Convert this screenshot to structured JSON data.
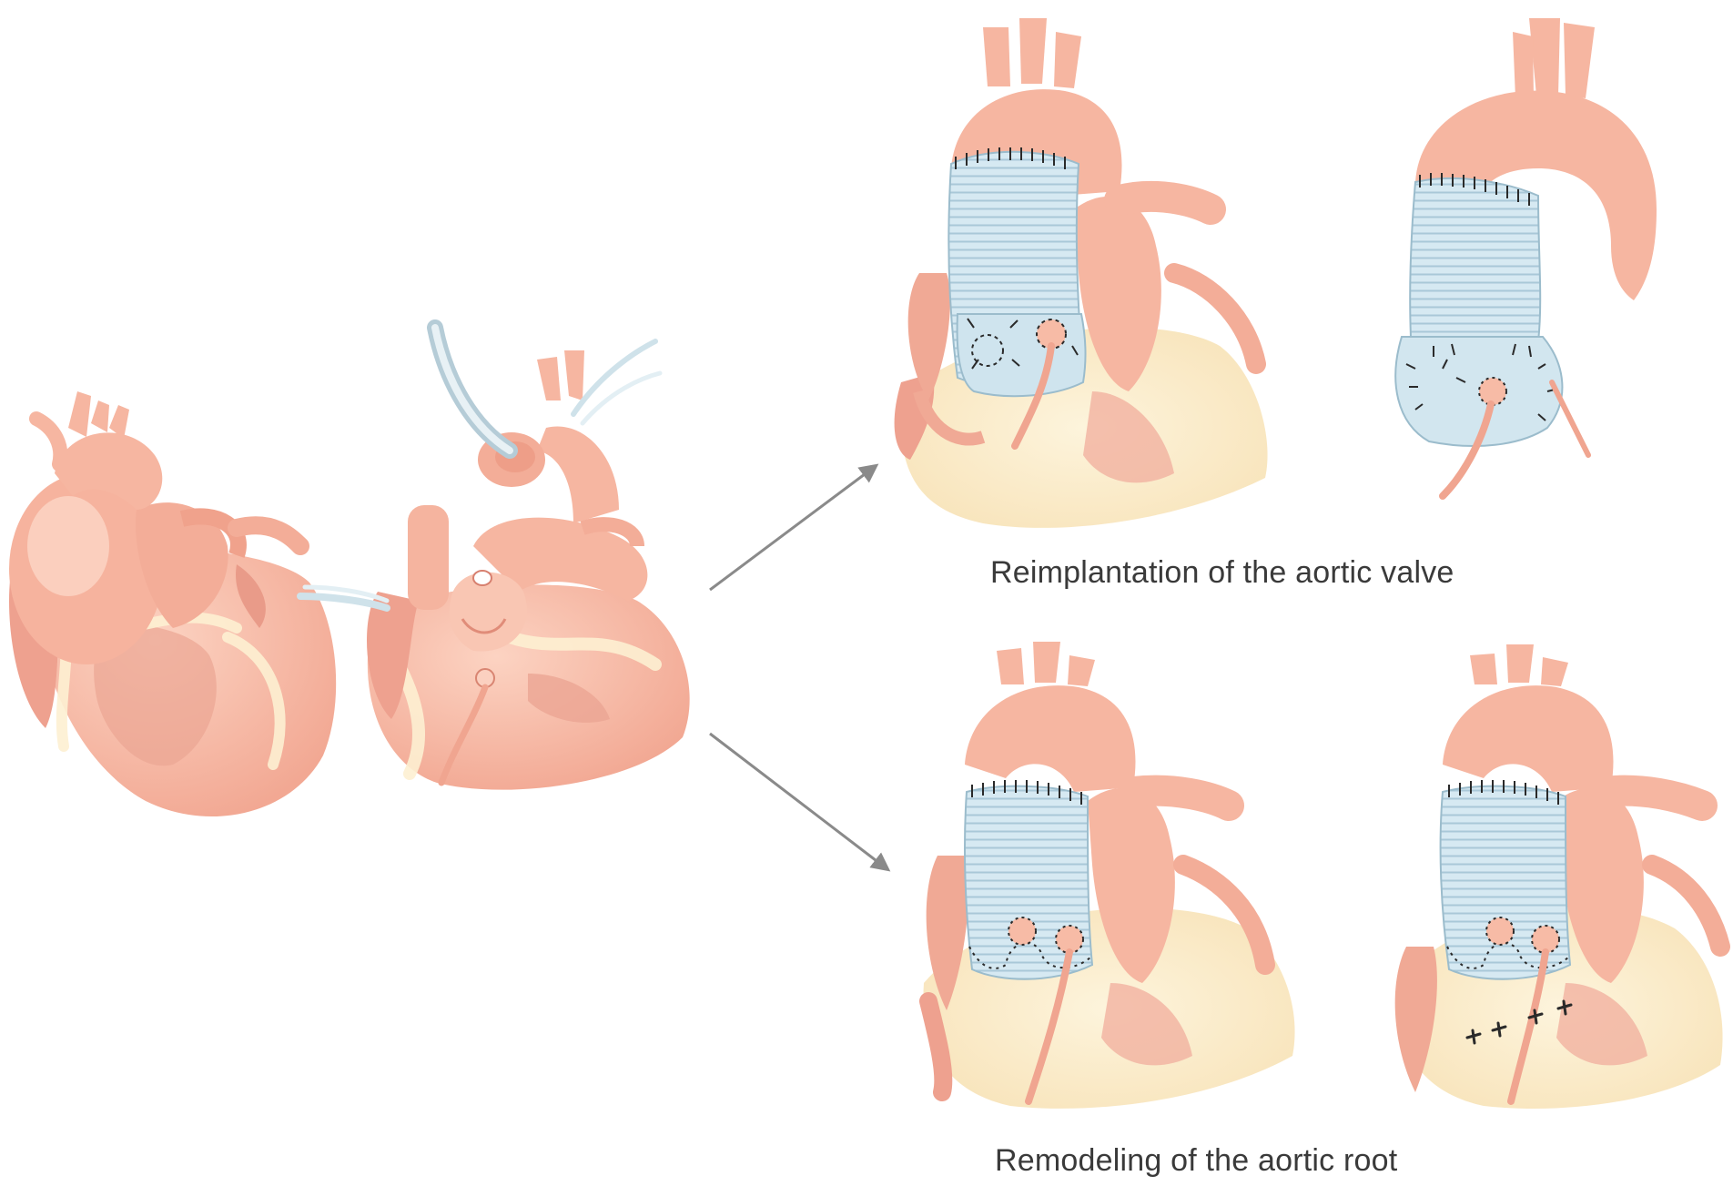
{
  "captions": {
    "reimplantation": "Reimplantation of the aortic valve",
    "remodeling": "Remodeling of the aortic root"
  },
  "illustrations": [
    {
      "id": "dilated-aortic-root-heart",
      "subject": "heart-with-aneurysmal-aortic-root"
    },
    {
      "id": "excised-aortic-root-heart",
      "subject": "heart-with-excised-aortic-root-and-coronary-buttons"
    },
    {
      "id": "reimplantation-front",
      "subject": "reimplantation-graft-front-view"
    },
    {
      "id": "reimplantation-detail",
      "subject": "reimplantation-graft-isolated-view"
    },
    {
      "id": "remodeling-front",
      "subject": "remodeling-graft-front-view"
    },
    {
      "id": "remodeling-annuloplasty",
      "subject": "remodeling-graft-with-annuloplasty-sutures"
    }
  ],
  "colors": {
    "tissue": "#f7bba6",
    "tissue_dark": "#e89a88",
    "tissue_light": "#fcd9c9",
    "fat": "#fdf0d2",
    "graft": "#d4e8f1",
    "graft_stripe": "#a9c8d8",
    "suture": "#2a2a2a",
    "arrow": "#8a8a8a",
    "caption": "#3a3a3a"
  }
}
